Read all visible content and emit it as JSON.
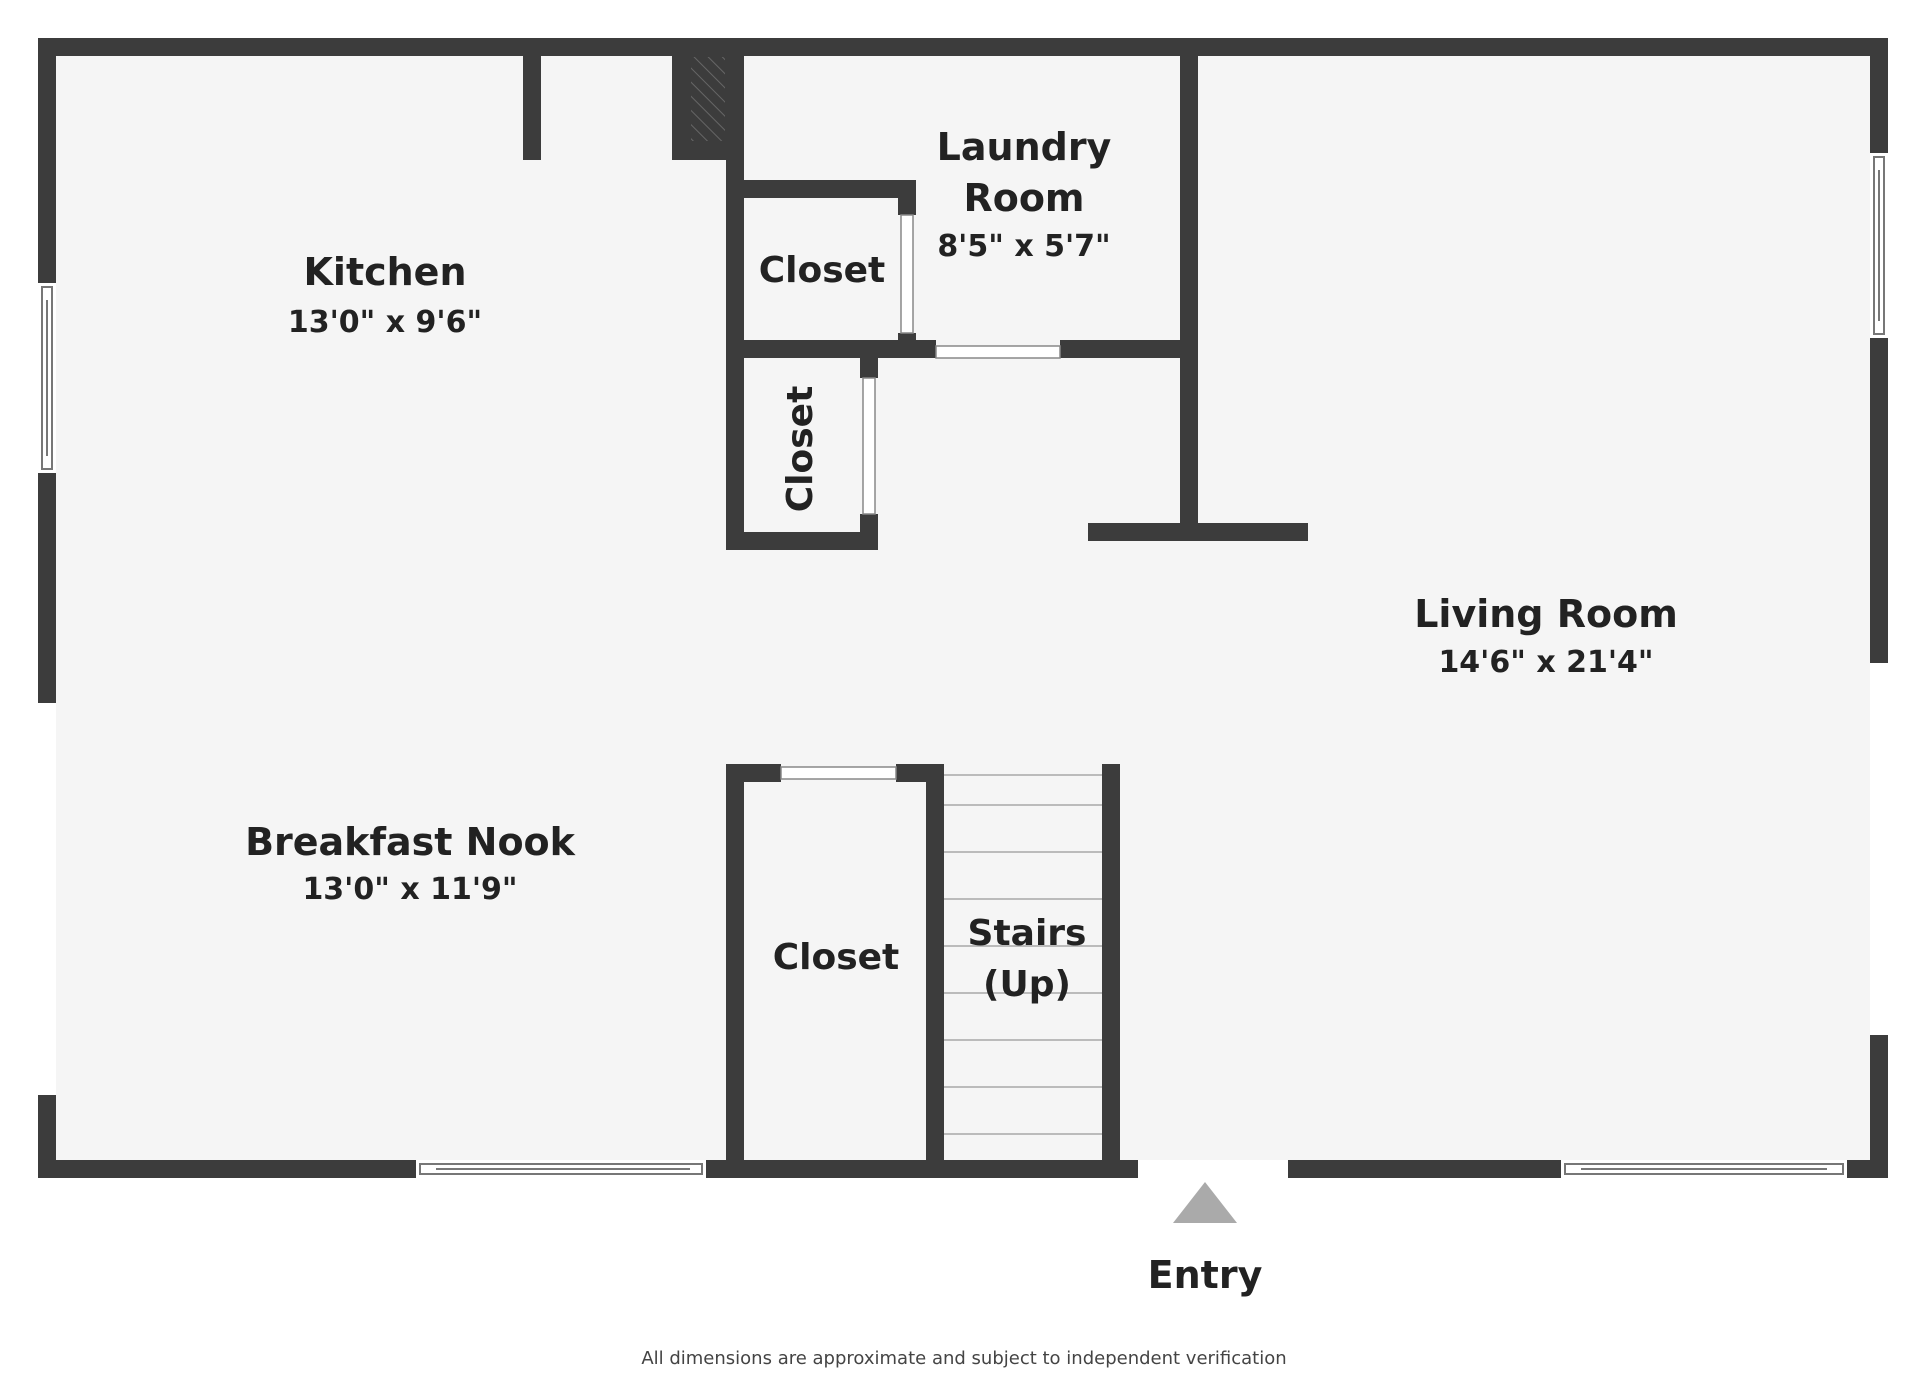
{
  "colors": {
    "floor": "#f5f5f5",
    "wall": "#3c3c3c",
    "window": "#ffffff",
    "stair_line": "#bbbbbb",
    "entry_arrow": "#aaaaaa",
    "text": "#222222"
  },
  "rooms": {
    "kitchen": {
      "name": "Kitchen",
      "dims": "13'0\" x 9'6\""
    },
    "laundry": {
      "name_line1": "Laundry",
      "name_line2": "Room",
      "dims": "8'5\" x 5'7\""
    },
    "closet_upper": {
      "name": "Closet"
    },
    "closet_vertical": {
      "name": "Closet"
    },
    "living": {
      "name": "Living Room",
      "dims": "14'6\" x 21'4\""
    },
    "breakfast": {
      "name": "Breakfast Nook",
      "dims": "13'0\" x 11'9\""
    },
    "closet_lower": {
      "name": "Closet"
    },
    "stairs": {
      "name_line1": "Stairs",
      "name_line2": "(Up)"
    }
  },
  "entry": {
    "label": "Entry"
  },
  "disclaimer": "All dimensions are approximate and subject to independent verification"
}
